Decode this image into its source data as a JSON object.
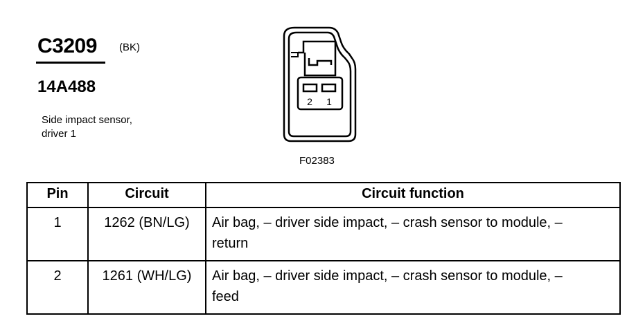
{
  "connector": {
    "id": "C3209",
    "color": "(BK)",
    "part_number": "14A488",
    "description_line1": "Side impact sensor,",
    "description_line2": "driver 1",
    "figure_ref": "F02383",
    "pin_labels": [
      "2",
      "1"
    ]
  },
  "table": {
    "headers": [
      "Pin",
      "Circuit",
      "Circuit function"
    ],
    "rows": [
      {
        "pin": "1",
        "circuit": "1262 (BN/LG)",
        "function_line1": "Air bag, – driver side impact, – crash sensor to module, –",
        "function_line2": "return"
      },
      {
        "pin": "2",
        "circuit": "1261 (WH/LG)",
        "function_line1": "Air bag, – driver side impact, – crash sensor to module, –",
        "function_line2": "feed"
      }
    ]
  }
}
